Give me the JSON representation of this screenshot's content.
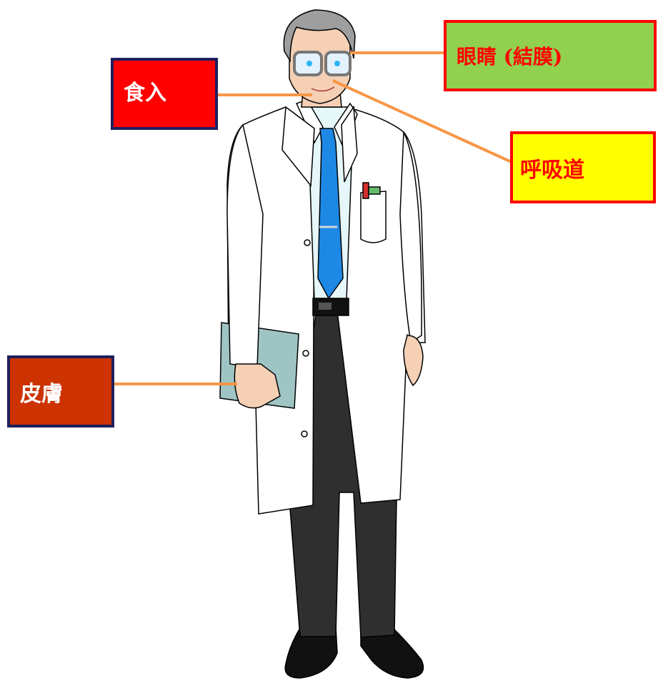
{
  "labels": {
    "eyes": "眼睛 (結膜)",
    "ingestion": "食入",
    "respiratory": "呼吸道",
    "skin": "皮膚"
  },
  "colors": {
    "leader_line": "#f79646",
    "coat": "#ffffff",
    "tie": "#1e88e5",
    "trousers": "#2f2f2f",
    "shirt": "#e6f7fa",
    "clipboard": "#9fc4c4"
  }
}
